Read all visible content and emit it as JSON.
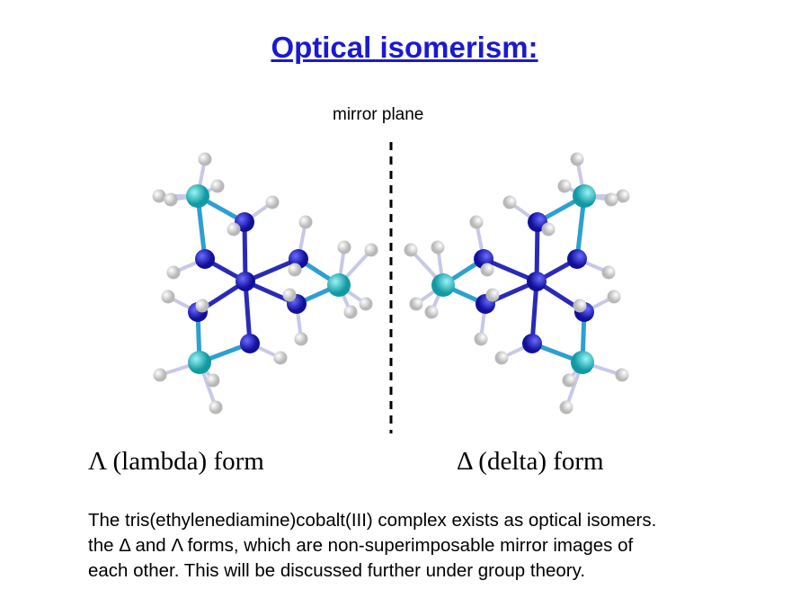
{
  "title": "Optical isomerism:",
  "mirror_label": "mirror plane",
  "forms": {
    "lambda": "Λ (lambda)  form",
    "delta": "Δ (delta)  form"
  },
  "description": [
    "The tris(ethylenediamine)cobalt(III) complex exists as optical isomers.",
    "the Δ and Λ forms, which are non-superimposable mirror images of",
    "each other. This will be discussed further under group theory."
  ],
  "colors": {
    "title": "#1a1ad0",
    "cobalt_nitrogen": "#1a1ab8",
    "carbon": "#22c0c8",
    "hydrogen": "#e8e8e8"
  }
}
